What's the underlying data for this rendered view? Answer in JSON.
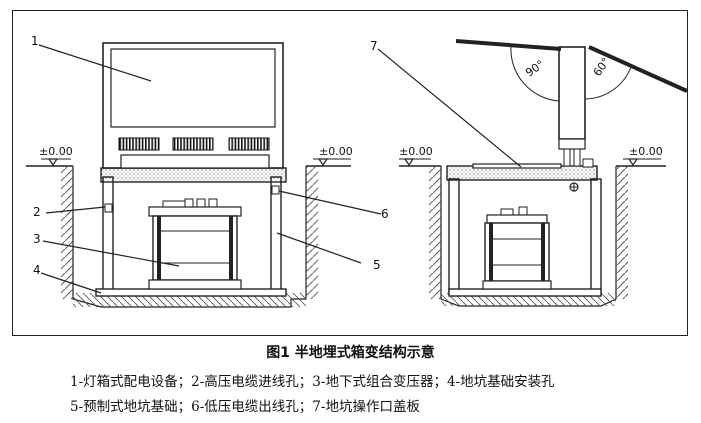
{
  "figure": {
    "caption": "图1 半地埋式箱变结构示意",
    "legend_line1": "1-灯箱式配电设备；2-高压电缆进线孔；3-地下式组合变压器；4-地坑基础安装孔",
    "legend_line2": "5-预制式地坑基础；6-低压电缆出线孔；7-地坑操作口盖板"
  },
  "diagram": {
    "level_marks": [
      "±0.00",
      "±0.00",
      "±0.00",
      "±0.00"
    ],
    "callouts": [
      "1",
      "2",
      "3",
      "4",
      "5",
      "6",
      "7"
    ],
    "angles": [
      "90°",
      "60°"
    ]
  }
}
